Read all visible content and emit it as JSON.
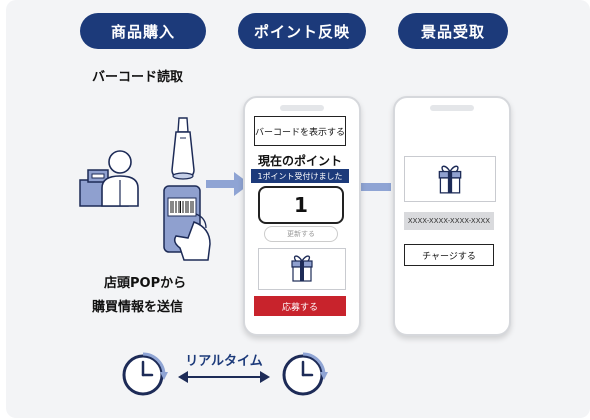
{
  "steps": [
    {
      "label": "商品購入"
    },
    {
      "label": "ポイント反映"
    },
    {
      "label": "景品受取"
    }
  ],
  "step1": {
    "scan_label": "バーコード読取",
    "pop_label_line1": "店頭POPから",
    "pop_label_line2": "購買情報を送信"
  },
  "phone1": {
    "display_barcode_button": "バーコードを表示する",
    "points_title": "現在のポイント",
    "points_received_banner": "1ポイント受付けました",
    "points_value": "1",
    "update_button": "更新する",
    "apply_button": "応募する"
  },
  "phone2": {
    "code_value": "XXXX-XXXX-XXXX-XXXX",
    "charge_button": "チャージする"
  },
  "realtime": {
    "label": "リアルタイム"
  },
  "colors": {
    "navy": "#1c3a7a",
    "arrow_blue": "#8fa4d4",
    "apply_red": "#c8232c",
    "panel_bg": "#f3f4f6"
  }
}
